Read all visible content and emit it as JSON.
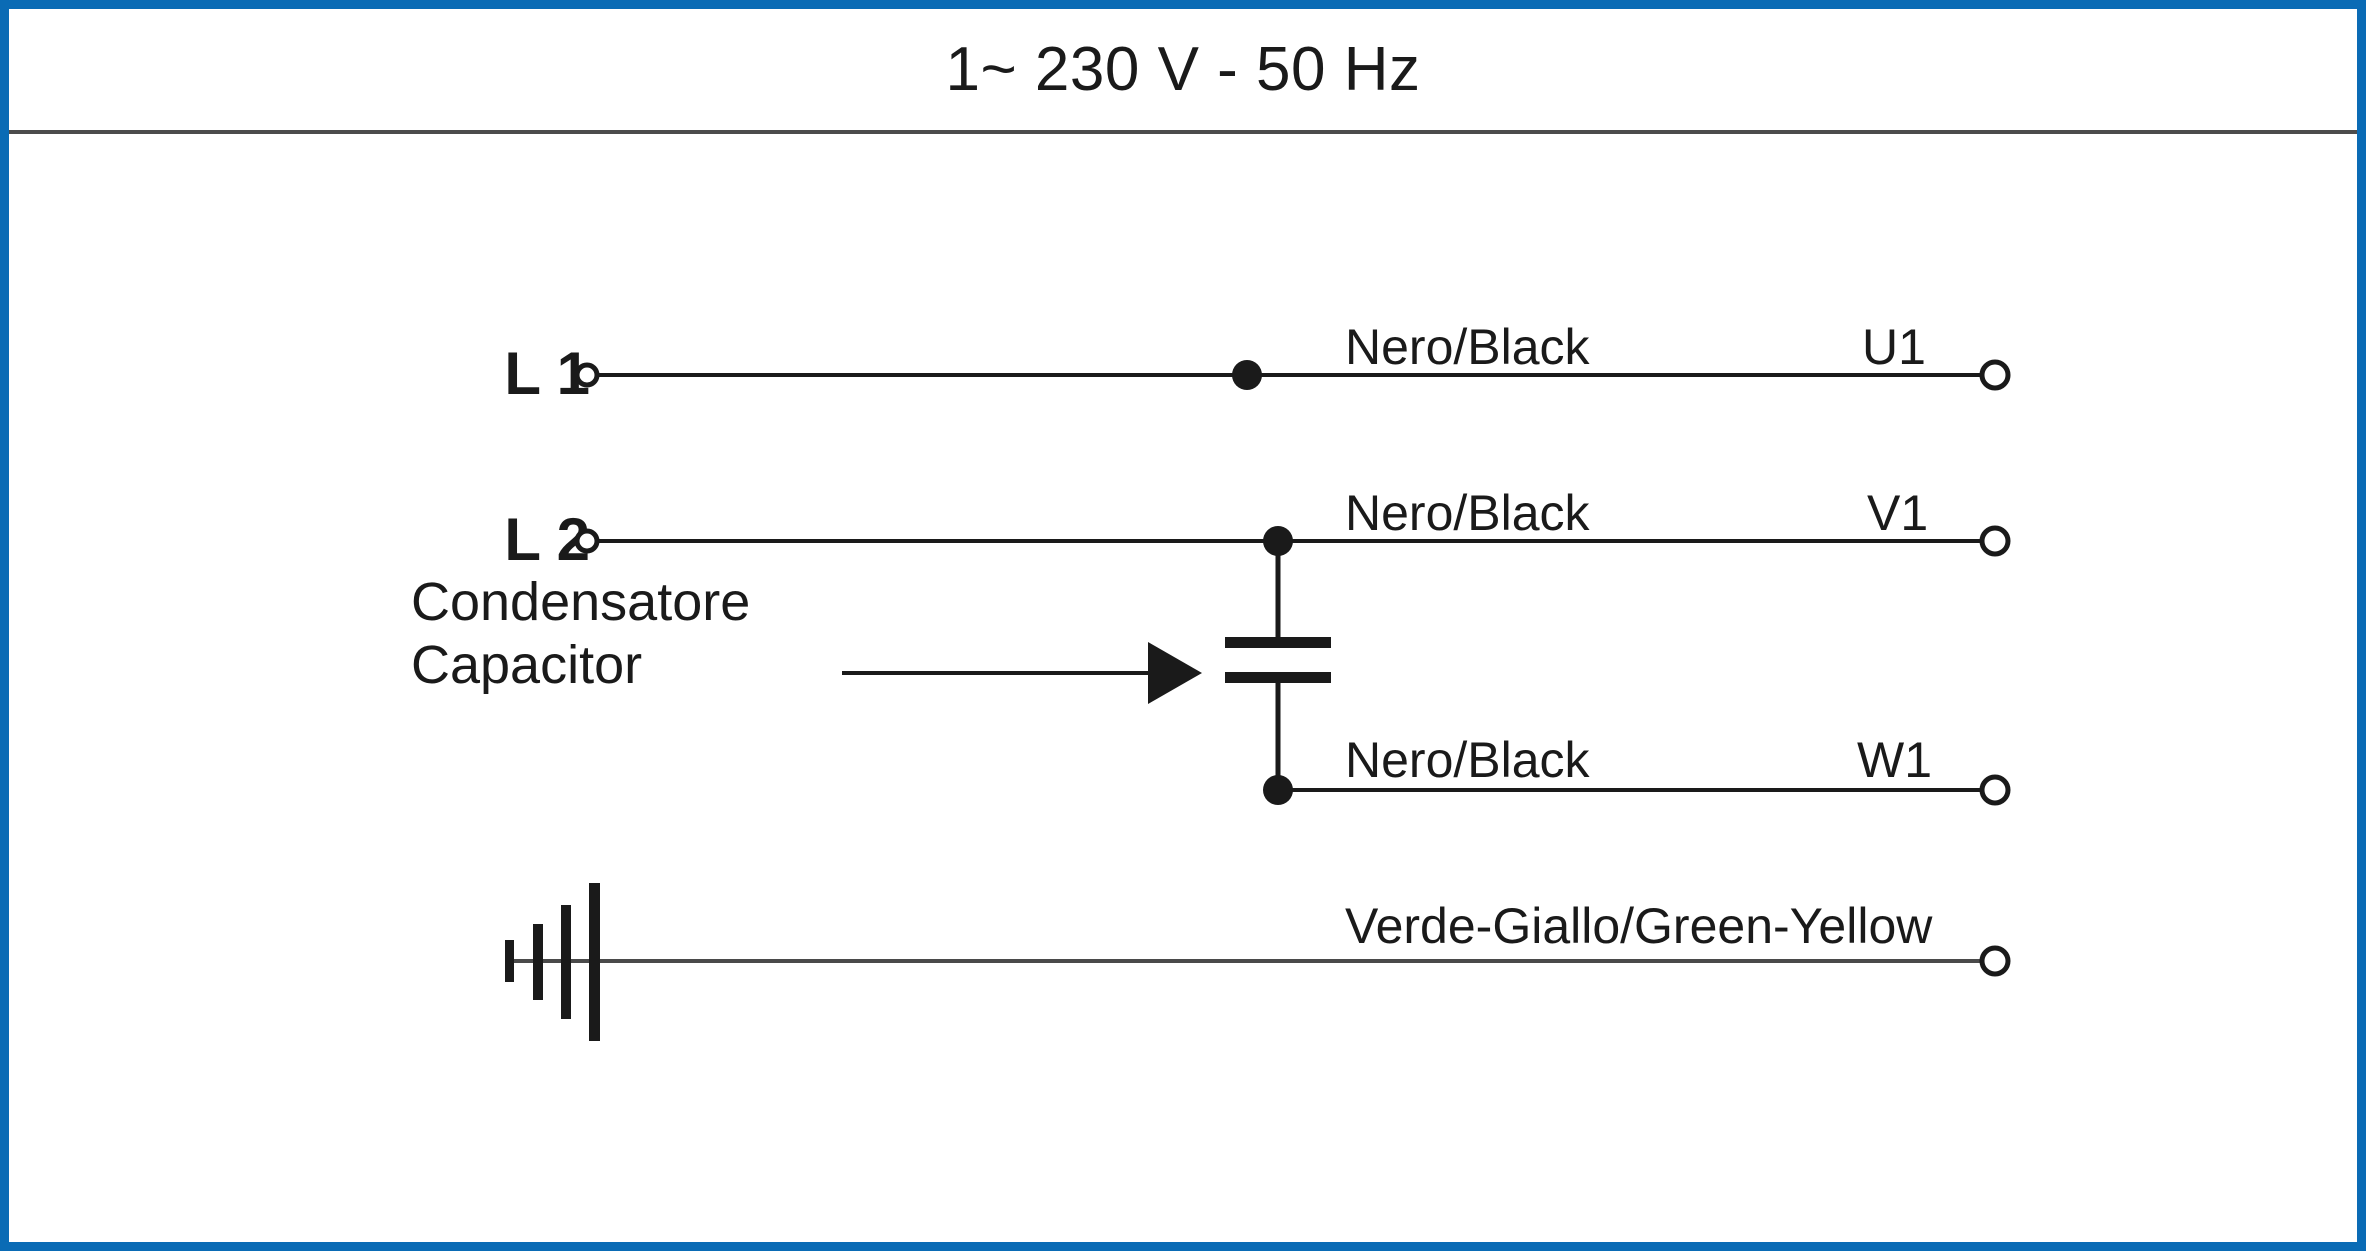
{
  "document": {
    "title": "1~ 230 V - 50 Hz",
    "border_color": "#0A6BB5",
    "divider_color": "#4C4C4C",
    "line_color": "#1A1A1A"
  },
  "diagram": {
    "type": "single-phase-motor-wiring",
    "supply_terminals": [
      {
        "id": "L1",
        "label": "L 1"
      },
      {
        "id": "L2",
        "label": "L 2"
      }
    ],
    "capacitor": {
      "label_it": "Condensatore",
      "label_en": "Capacitor",
      "pointer": "arrow-right"
    },
    "connections": [
      {
        "source": "L1",
        "wire_color_label": "Nero/Black",
        "destination_terminal": "U1"
      },
      {
        "source": "L2",
        "wire_color_label": "Nero/Black",
        "destination_terminal": "V1"
      },
      {
        "source": "capacitor",
        "wire_color_label": "Nero/Black",
        "destination_terminal": "W1"
      },
      {
        "source": "earth",
        "wire_color_label": "Verde-Giallo/Green-Yellow",
        "destination_terminal": ""
      }
    ],
    "ground_symbol": "earth-ground-icon"
  }
}
